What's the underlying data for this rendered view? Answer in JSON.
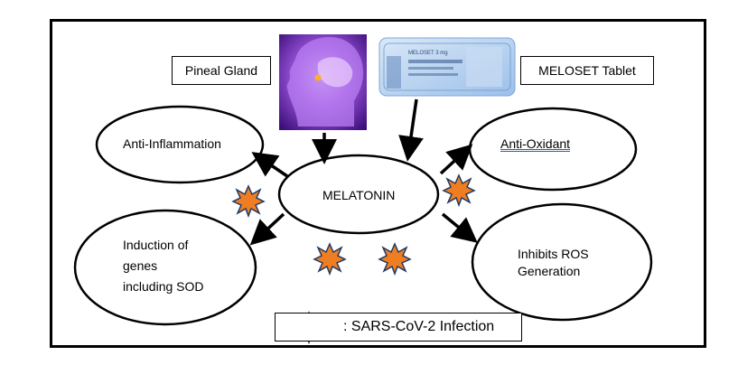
{
  "nodes": {
    "center": "MELATONIN",
    "top_left": "Anti-Inflammation",
    "top_right": "Anti-Oxidant",
    "bottom_left_line1": "Induction of",
    "bottom_left_line2": "genes",
    "bottom_left_line3": "including SOD",
    "bottom_right_line1": "Inhibits ROS",
    "bottom_right_line2": "Generation"
  },
  "sources": {
    "left_label": "Pineal Gland",
    "right_label": "MELOSET Tablet",
    "tablet_text": "MELOSET 3 mg"
  },
  "legend": {
    "text": ": SARS-CoV-2 Infection"
  },
  "colors": {
    "virus_fill": "#ef7d22",
    "virus_stroke": "#1f3a64",
    "head_purple": "#7a3fc0",
    "tablet_blue": "#8fb6e6"
  }
}
